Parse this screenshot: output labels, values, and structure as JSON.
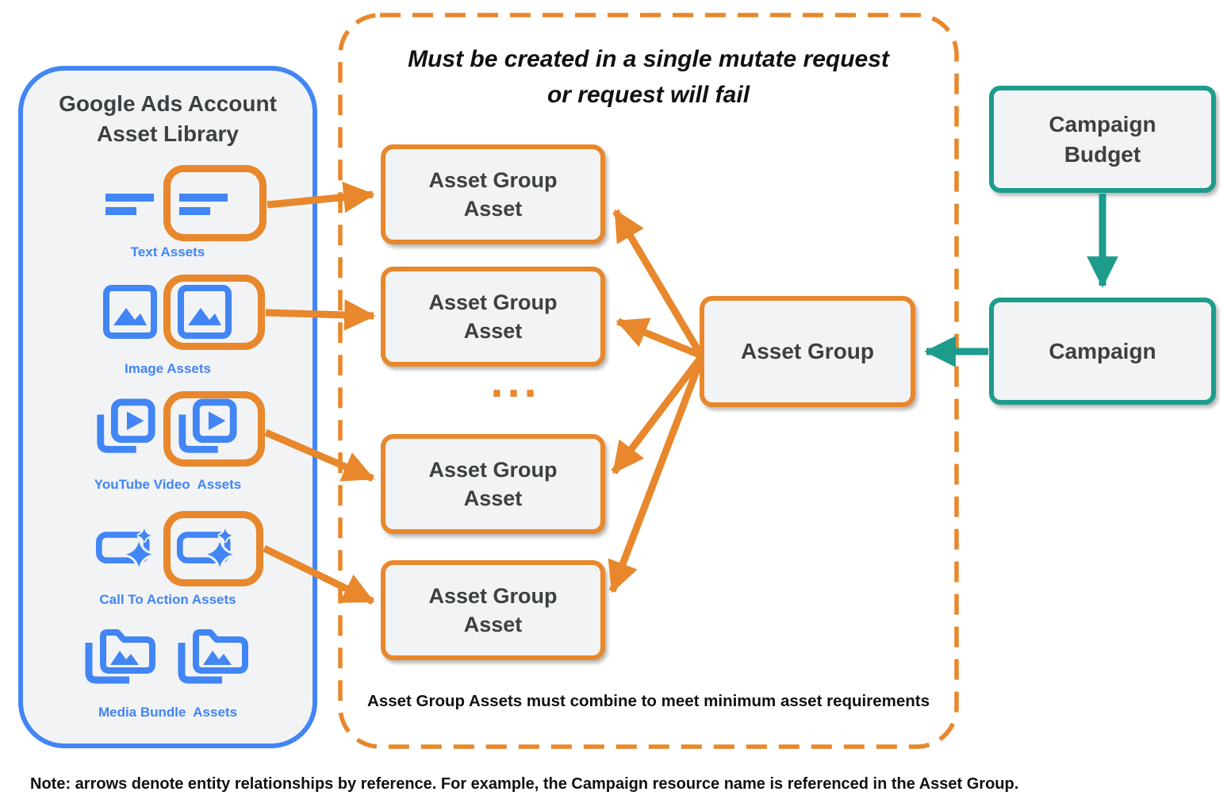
{
  "library": {
    "title": "Google Ads Account\nAsset Library",
    "items": [
      {
        "label": "Text Assets"
      },
      {
        "label": "Image Assets"
      },
      {
        "label": "YouTube Video  Assets"
      },
      {
        "label": "Call To Action Assets"
      },
      {
        "label": "Media Bundle  Assets"
      }
    ]
  },
  "mutate_box": {
    "title": "Must be created in a single mutate request\nor request will fail",
    "asset_group_asset_label": "Asset Group\nAsset",
    "ellipsis": "...",
    "asset_group_label": "Asset Group",
    "footnote": "Asset Group Assets must combine to meet minimum asset requirements"
  },
  "campaign_column": {
    "budget_label": "Campaign\nBudget",
    "campaign_label": "Campaign"
  },
  "note": "Note: arrows denote entity relationships by reference. For example, the Campaign resource name is referenced in the Asset Group.",
  "colors": {
    "orange": "#E8872B",
    "blue": "#4285F4",
    "teal": "#1D9C8C",
    "panel_fill": "#F1F3F4",
    "box_fill": "#F1F3F4",
    "text_dark": "#3C4043",
    "text_black": "#111111"
  }
}
